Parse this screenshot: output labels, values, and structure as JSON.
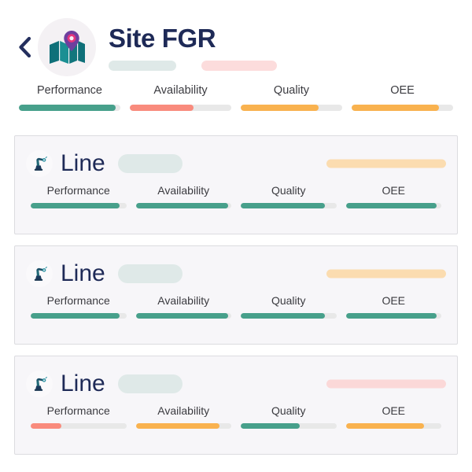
{
  "colors": {
    "green": "#47a08b",
    "orange": "#f9b24f",
    "salmon": "#f98b7d",
    "navy": "#1e2a57",
    "track": "#e8e8e8",
    "tag_teal": "#dfe9e8",
    "tag_pink": "#fcdcdc",
    "status_orange": "#fbdcb0",
    "status_pink": "#fbd8d8",
    "card_bg": "#f7f6f9",
    "card_border": "#dcdce0",
    "label": "#3b3b40",
    "avatar_bg": "#f4f1f4",
    "map_teal_dark": "#0e6b72",
    "map_teal": "#1c8a8f",
    "pin_purple": "#6b3fa0",
    "pin_pink": "#e23c7a"
  },
  "header": {
    "back_icon": "chevron-left-icon",
    "avatar_icon": "map-location-icon",
    "title": "Site FGR",
    "tags": [
      {
        "name": "tag-placeholder-teal",
        "color": "#dfe9e8"
      },
      {
        "name": "tag-placeholder-pink",
        "color": "#fcdcdc"
      }
    ],
    "metrics": [
      {
        "label": "Performance",
        "value": 95,
        "color": "#47a08b"
      },
      {
        "label": "Availability",
        "value": 63,
        "color": "#f98b7d"
      },
      {
        "label": "Quality",
        "value": 77,
        "color": "#f9b24f"
      },
      {
        "label": "OEE",
        "value": 86,
        "color": "#f9b24f"
      }
    ]
  },
  "cards": [
    {
      "icon": "robot-arm-icon",
      "title": "Line",
      "tag_color": "#dfe9e8",
      "status_color": "#fbdcb0",
      "status_state": "warning",
      "metrics": [
        {
          "label": "Performance",
          "value": 93,
          "color": "#47a08b"
        },
        {
          "label": "Availability",
          "value": 97,
          "color": "#47a08b"
        },
        {
          "label": "Quality",
          "value": 88,
          "color": "#47a08b"
        },
        {
          "label": "OEE",
          "value": 95,
          "color": "#47a08b"
        }
      ]
    },
    {
      "icon": "robot-arm-icon",
      "title": "Line",
      "tag_color": "#dfe9e8",
      "status_color": "#fbdcb0",
      "status_state": "warning",
      "metrics": [
        {
          "label": "Performance",
          "value": 93,
          "color": "#47a08b"
        },
        {
          "label": "Availability",
          "value": 97,
          "color": "#47a08b"
        },
        {
          "label": "Quality",
          "value": 88,
          "color": "#47a08b"
        },
        {
          "label": "OEE",
          "value": 95,
          "color": "#47a08b"
        }
      ]
    },
    {
      "icon": "robot-arm-icon",
      "title": "Line",
      "tag_color": "#dfe9e8",
      "status_color": "#fbd8d8",
      "status_state": "critical",
      "metrics": [
        {
          "label": "Performance",
          "value": 32,
          "color": "#f98b7d"
        },
        {
          "label": "Availability",
          "value": 88,
          "color": "#f9b24f"
        },
        {
          "label": "Quality",
          "value": 62,
          "color": "#47a08b"
        },
        {
          "label": "OEE",
          "value": 82,
          "color": "#f9b24f"
        }
      ]
    }
  ]
}
